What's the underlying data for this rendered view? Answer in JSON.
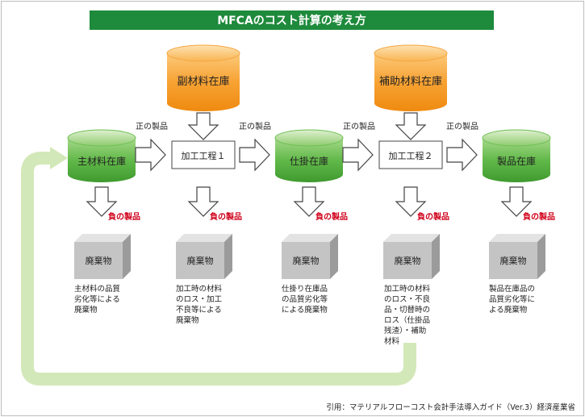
{
  "title": "MFCAのコスト計算の考え方",
  "cylinders": {
    "sub_material": "副材料在庫",
    "aux_material": "補助材料在庫",
    "main_material": "主材料在庫",
    "wip": "仕掛在庫",
    "product": "製品在庫"
  },
  "processes": {
    "process1": "加工工程１",
    "process2": "加工工程２"
  },
  "positive_product_label": "正の製品",
  "negative_product_label": "負の製品",
  "waste_label": "廃棄物",
  "descriptions": [
    "主材料の品質\n劣化等による\n廃棄物",
    "加工時の材料\nのロス・加工\n不良等による\n廃棄物",
    "仕掛り在庫品\nの品質劣化等\nによる廃棄物",
    "加工時の材料\nのロス・不良\n品・切替時の\nロス（仕掛品\n残渣）・補助\n材料",
    "製品在庫品の\n品質劣化等に\nよる廃棄物"
  ],
  "citation": "引用：マテリアルフローコスト会計手法導入ガイド（Ver.3）経済産業省",
  "colors": {
    "title_bg": "#1e8a3c",
    "orange_cylinder": "#f7a233",
    "green_cylinder": "#62b94a",
    "return_arrow": "#d3e8b8",
    "negative_text": "#d0021b",
    "waste_box": "#bfbfbf"
  }
}
